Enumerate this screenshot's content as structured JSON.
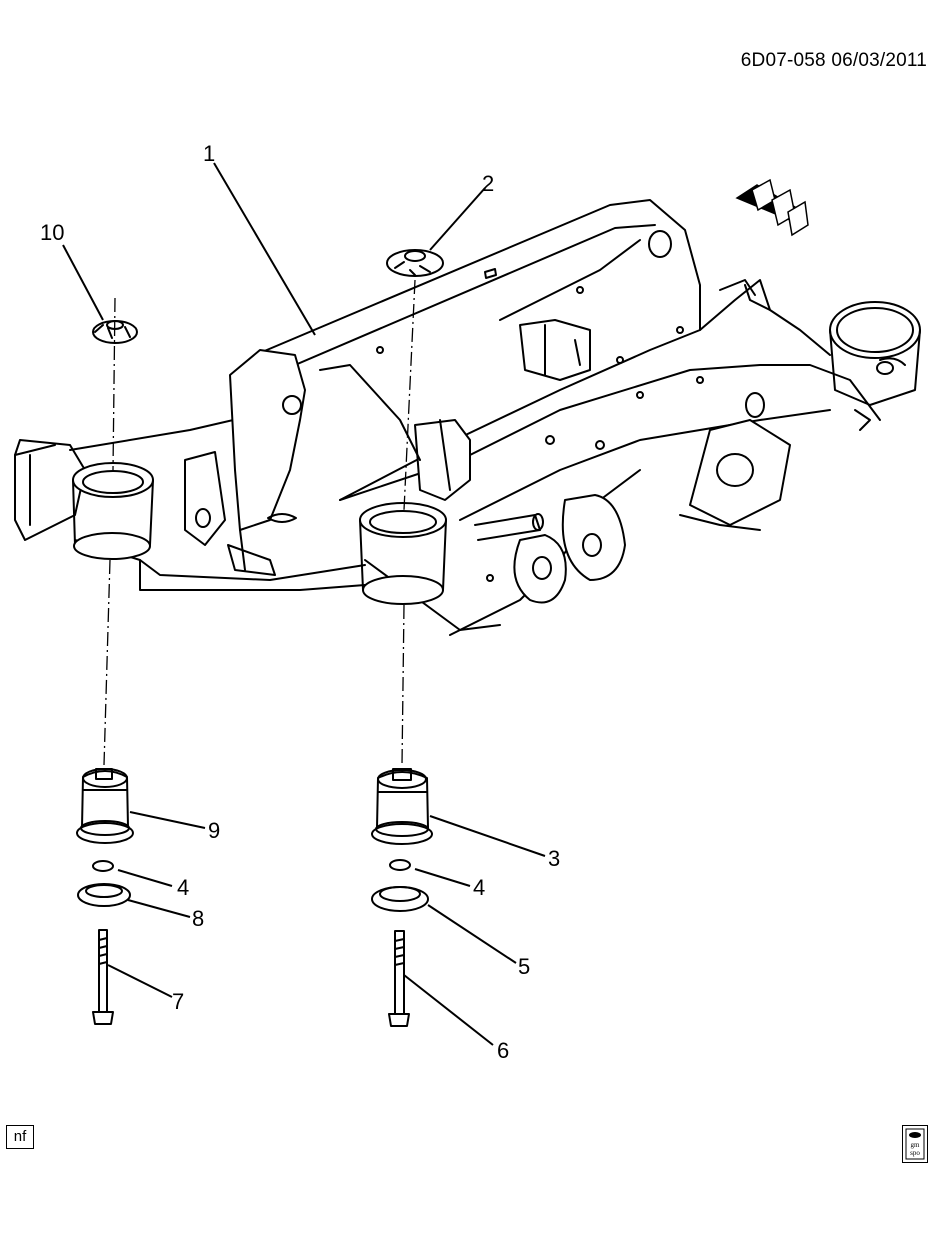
{
  "header": {
    "code": "6D07-058",
    "date": "06/03/2011"
  },
  "callouts": [
    "1",
    "2",
    "3",
    "4",
    "4",
    "5",
    "6",
    "7",
    "8",
    "9",
    "10"
  ],
  "footer": {
    "nf_label": "nf",
    "logo_text": [
      "gm",
      "spo"
    ]
  },
  "icons": {
    "front_arrow": "front-arrow-icon",
    "logo": "gm-spo-logo-icon"
  },
  "colors": {
    "line": "#000000",
    "background": "#ffffff"
  }
}
